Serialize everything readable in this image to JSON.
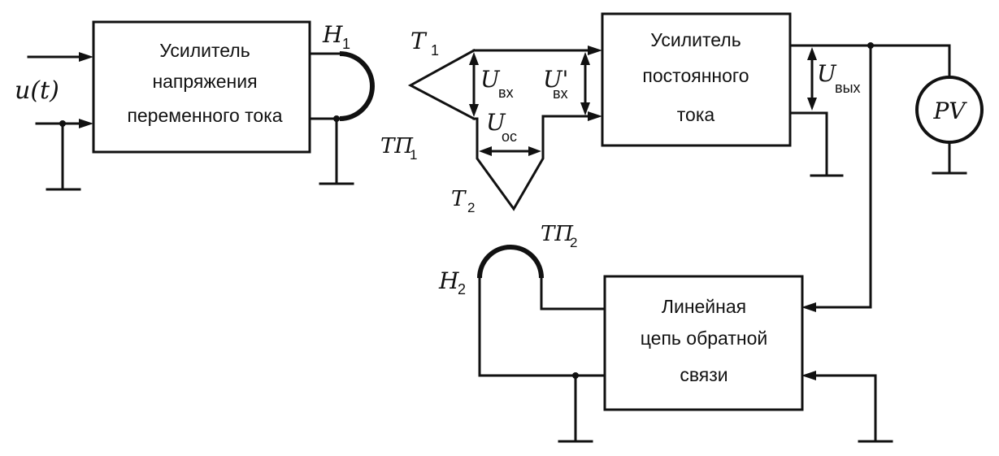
{
  "blocks": {
    "ac_amp": [
      "Усилитель",
      "напряжения",
      "переменного тока"
    ],
    "dc_amp": [
      "Усилитель",
      "постоянного",
      "тока"
    ],
    "feedback": [
      "Линейная",
      "цепь обратной",
      "связи"
    ]
  },
  "labels": {
    "input": "u(t)",
    "h1": "H",
    "h1_sub": "1",
    "tp1": "ТП",
    "tp1_sub": "1",
    "t1": "T",
    "t1_sub": "1",
    "t2": "T",
    "t2_sub": "2",
    "u_in": "U",
    "u_in_sub": "вх",
    "u_in_prime": "U'",
    "u_in_prime_sub": "вх",
    "u_fb": "U",
    "u_fb_sub": "ос",
    "u_out": "U",
    "u_out_sub": "вых",
    "meter": "PV",
    "h2": "H",
    "h2_sub": "2",
    "tp2": "ТП",
    "tp2_sub": "2"
  }
}
